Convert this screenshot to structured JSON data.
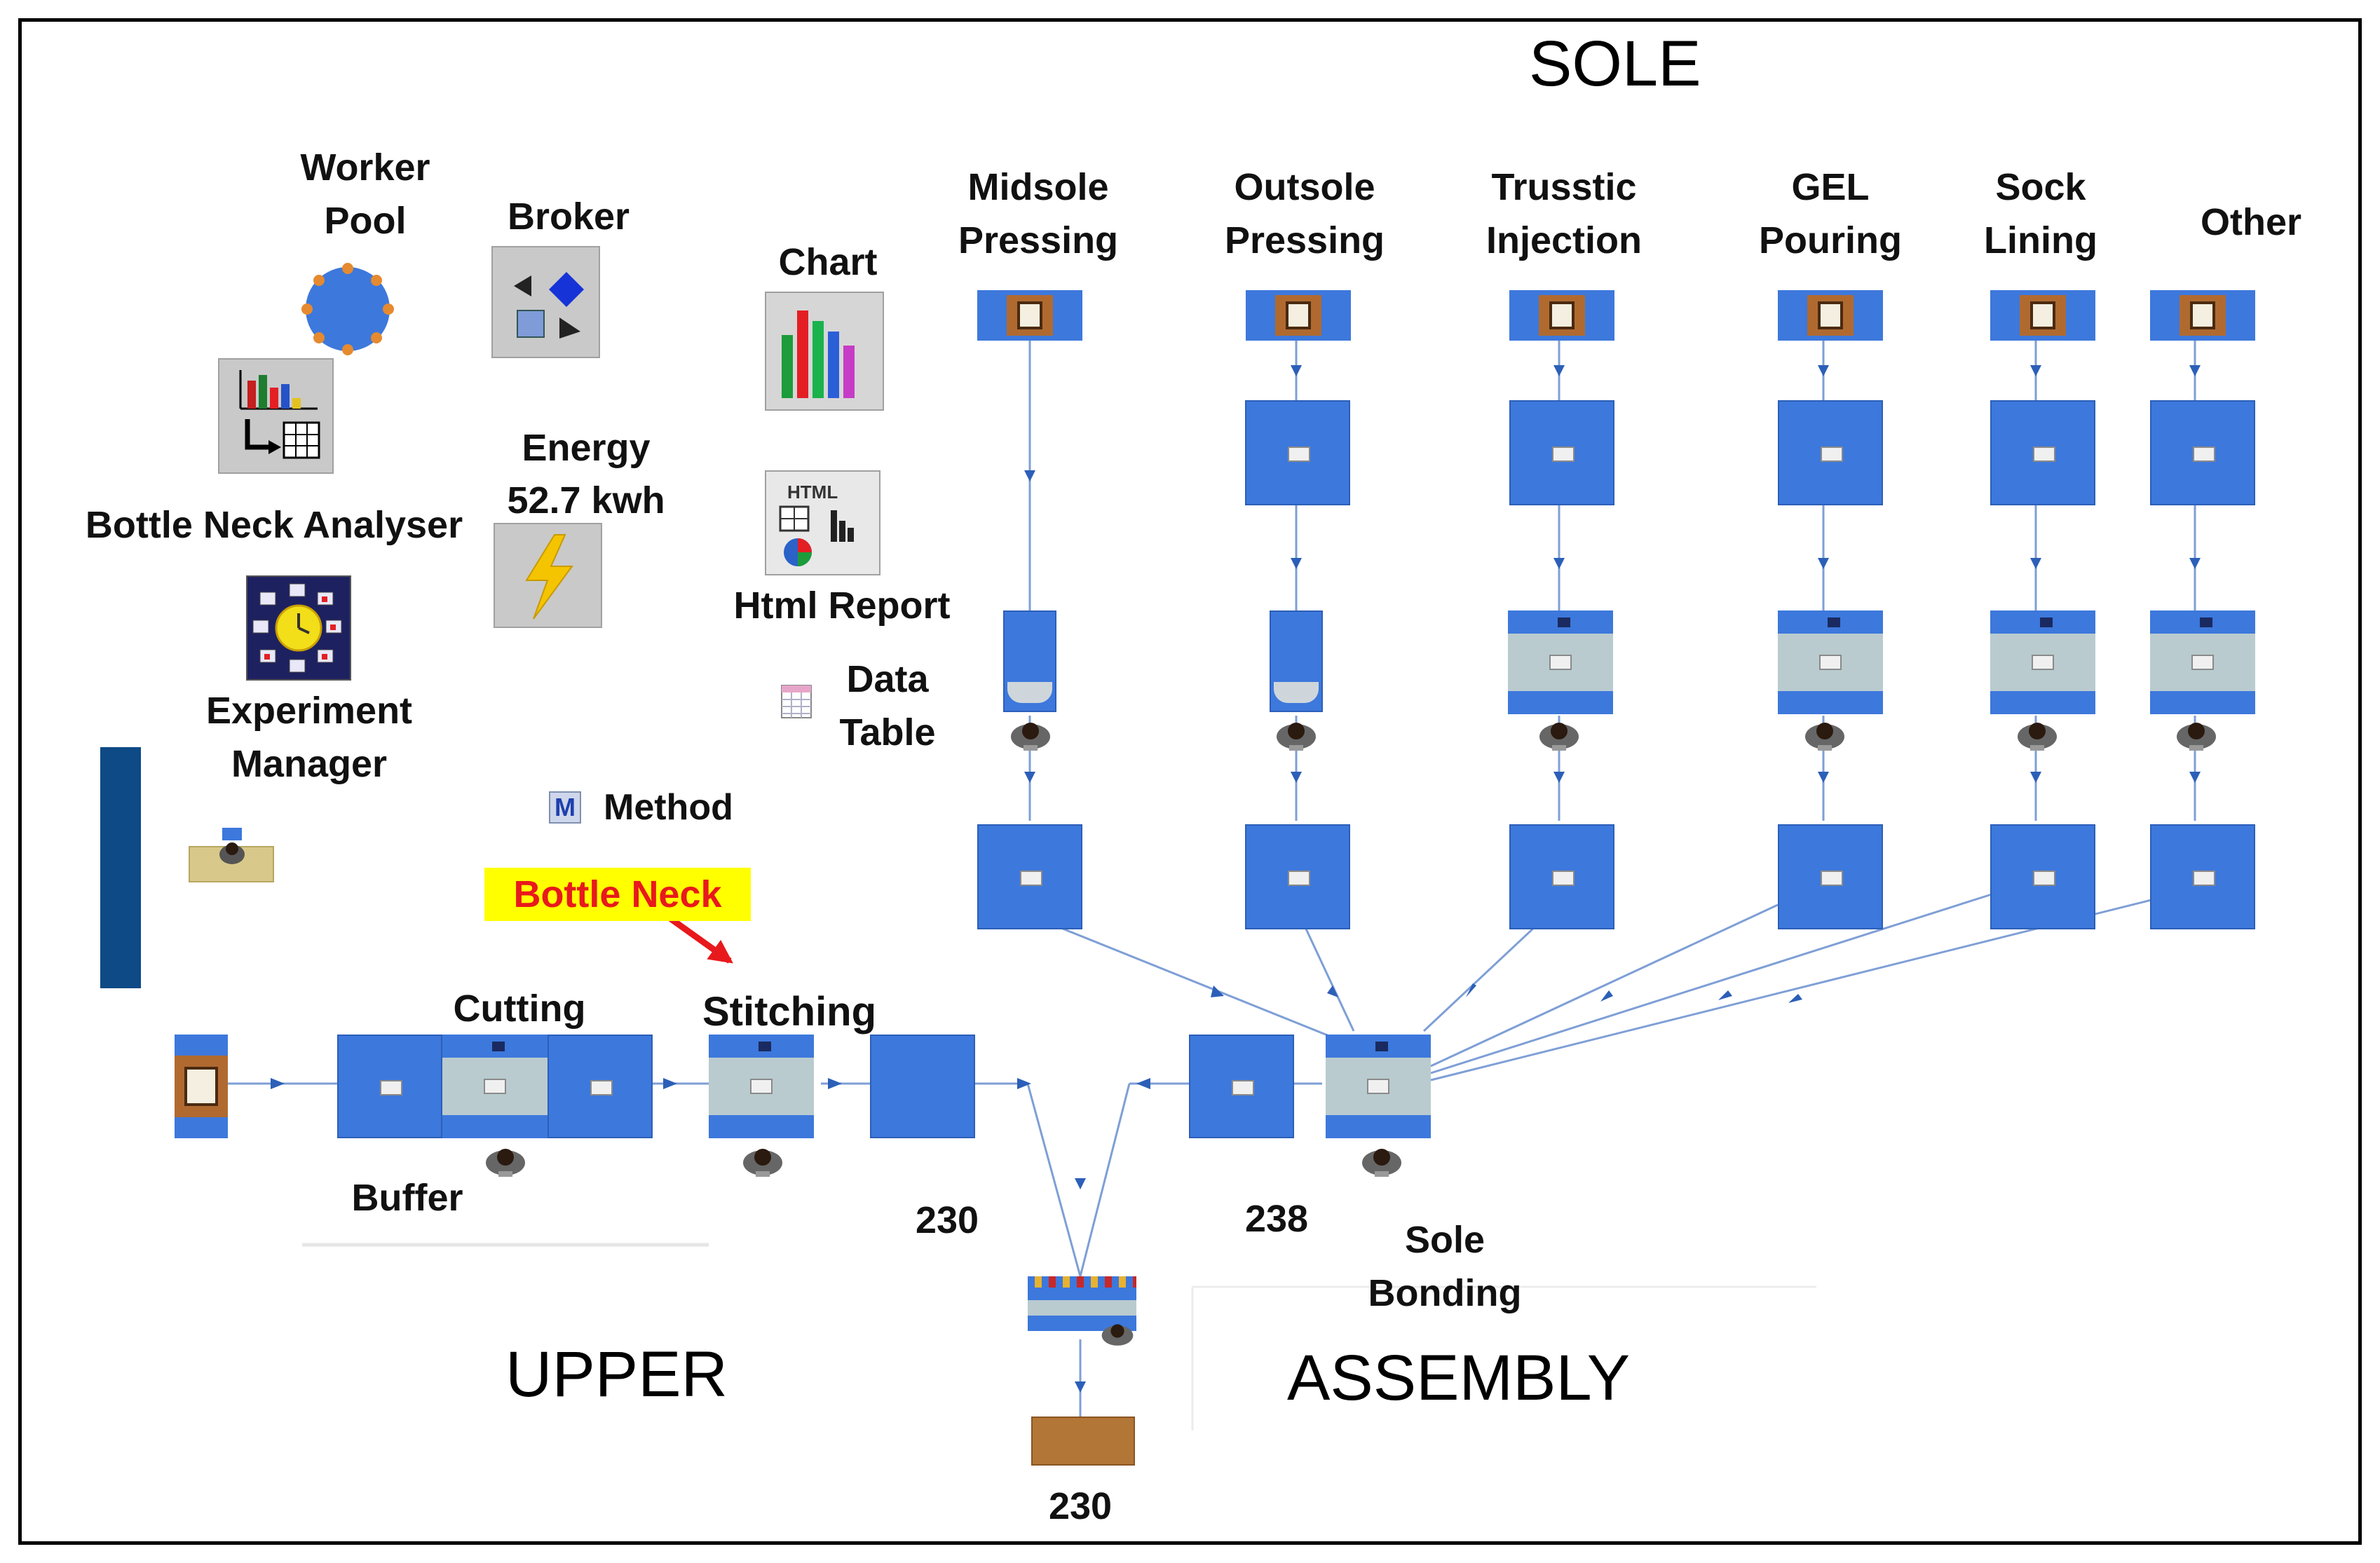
{
  "sections": {
    "sole": "SOLE",
    "upper": "UPPER",
    "assembly": "ASSEMBLY"
  },
  "tools": {
    "worker_pool": "Worker\nPool",
    "broker": "Broker",
    "chart": "Chart",
    "bottleneck_analyser": "Bottle Neck Analyser",
    "energy_title": "Energy",
    "energy_value": "52.7 kwh",
    "html_report": "Html Report",
    "data_table": "Data\nTable",
    "experiment_manager": "Experiment\nManager",
    "method": "Method",
    "method_glyph": "M"
  },
  "sole_processes": [
    {
      "label": "Midsole\nPressing"
    },
    {
      "label": "Outsole\nPressing"
    },
    {
      "label": "Trusstic\nInjection"
    },
    {
      "label": "GEL\nPouring"
    },
    {
      "label": "Sock\nLining"
    },
    {
      "label": "Other"
    }
  ],
  "upper_line": {
    "cutting": "Cutting",
    "stitching": "Stitching",
    "buffer": "Buffer",
    "bottleneck_note": "Bottle Neck",
    "count_upper": "230"
  },
  "assembly_line": {
    "count_sole": "238",
    "sole_bonding": "Sole\nBonding",
    "count_final": "230"
  },
  "colors": {
    "station_blue": "#3d78dc",
    "bottleneck_highlight": "#ffff00",
    "bottleneck_text": "#e8191c",
    "side_bar": "#0d4a86",
    "sink_brown": "#b27637"
  }
}
